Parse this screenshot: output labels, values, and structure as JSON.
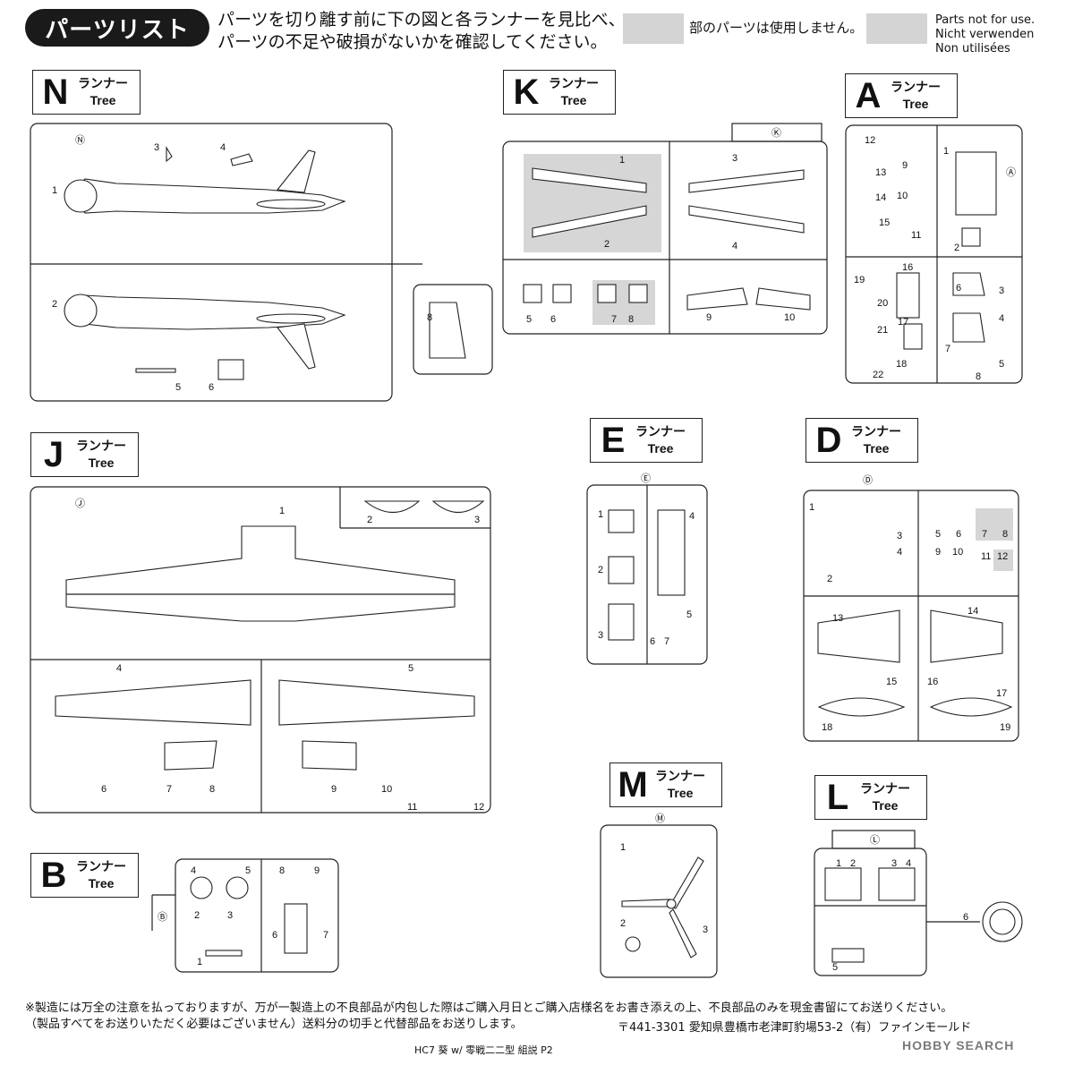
{
  "header": {
    "title": "パーツリスト",
    "instruction_line1": "パーツを切り離す前に下の図と各ランナーを見比べ、",
    "instruction_line2": "パーツの不足や破損がないかを確認してください。",
    "legend_jp": "部のパーツは使用しません。",
    "legend_en_1": "Parts not for use.",
    "legend_en_2": "Nicht verwenden",
    "legend_en_3": "Non utilisées"
  },
  "runner_label_jp": "ランナー",
  "runner_label_en": "Tree",
  "runners": {
    "N": {
      "letter": "N",
      "parts": [
        "1",
        "2",
        "3",
        "4",
        "5",
        "6",
        "8"
      ]
    },
    "K": {
      "letter": "K",
      "parts": [
        "1",
        "2",
        "3",
        "4",
        "5",
        "6",
        "7",
        "8",
        "9",
        "10"
      ],
      "unused_parts": [
        "1",
        "2",
        "7",
        "8"
      ]
    },
    "A": {
      "letter": "A",
      "parts": [
        "1",
        "2",
        "3",
        "4",
        "5",
        "6",
        "7",
        "8",
        "9",
        "10",
        "11",
        "12",
        "13",
        "14",
        "15",
        "16",
        "17",
        "18",
        "19",
        "20",
        "21",
        "22"
      ]
    },
    "J": {
      "letter": "J",
      "parts": [
        "1",
        "2",
        "3",
        "4",
        "5",
        "6",
        "7",
        "8",
        "9",
        "10",
        "11",
        "12"
      ]
    },
    "E": {
      "letter": "E",
      "parts": [
        "1",
        "2",
        "3",
        "4",
        "5",
        "6",
        "7"
      ]
    },
    "D": {
      "letter": "D",
      "parts": [
        "1",
        "2",
        "3",
        "4",
        "5",
        "6",
        "7",
        "8",
        "9",
        "10",
        "11",
        "12",
        "13",
        "14",
        "15",
        "16",
        "17",
        "18",
        "19"
      ],
      "unused_parts": [
        "7",
        "8",
        "12"
      ]
    },
    "B": {
      "letter": "B",
      "parts": [
        "1",
        "2",
        "3",
        "4",
        "5",
        "6",
        "7",
        "8",
        "9"
      ]
    },
    "M": {
      "letter": "M",
      "parts": [
        "1",
        "2",
        "3"
      ]
    },
    "L": {
      "letter": "L",
      "parts": [
        "1",
        "2",
        "3",
        "4",
        "5",
        "6"
      ]
    }
  },
  "footer": {
    "line1": "※製造には万全の注意を払っておりますが、万が一製造上の不良部品が内包した際はご購入月日とご購入店様名をお書き添えの上、不良部品のみを現金書留にてお送りください。",
    "line2": "（製品すべてをお送りいただく必要はございません）送料分の切手と代替部品をお送りします。",
    "address": "〒441-3301 愛知県豊橋市老津町豹場53-2（有）ファインモールド",
    "caption": "HC7 葵 w/ 零戦二二型 組説 P2",
    "watermark": "HOBBY SEARCH"
  }
}
